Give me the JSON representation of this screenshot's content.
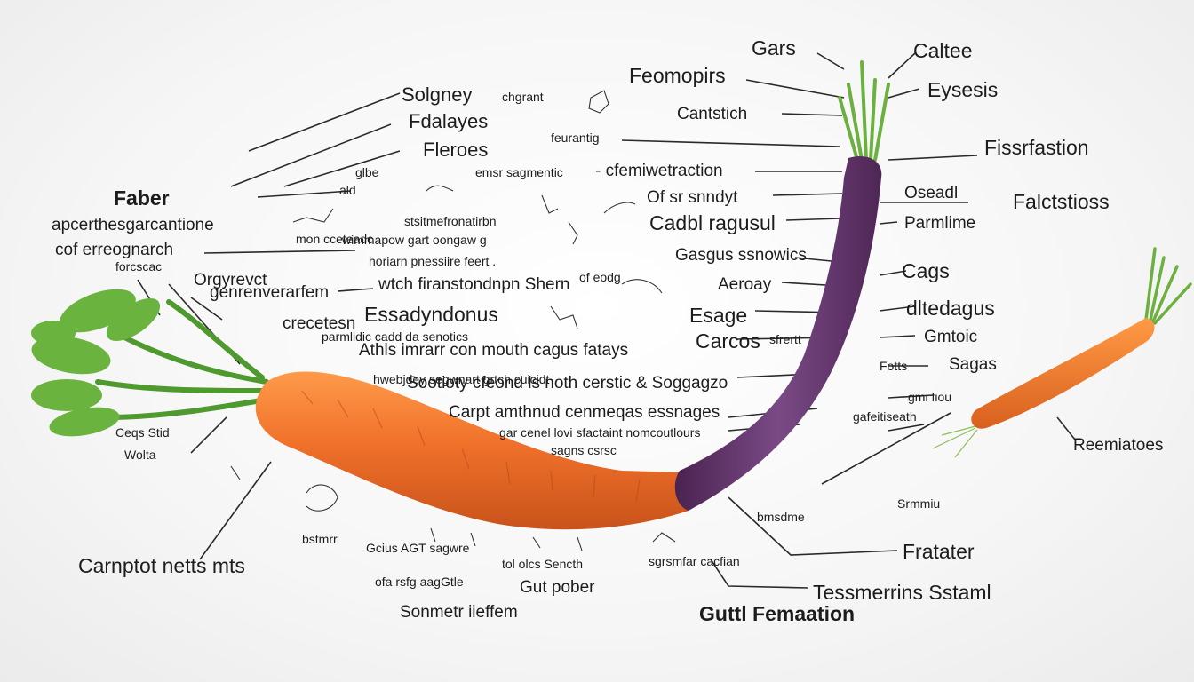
{
  "colors": {
    "carrot_orange": "#f07a2e",
    "carrot_purple": "#6b3a7a",
    "leaf_green": "#5fa83a",
    "line": "#2a2a2a"
  },
  "labels": {
    "gars": "Gars",
    "caltee": "Caltee",
    "feomopirs": "Feomopirs",
    "eysesis": "Eysesis",
    "solgney": "Solgney",
    "chgrant": "chgrant",
    "fdalayes": "Fdalayes",
    "cantstich": "Cantstich",
    "fleroes": "Fleroes",
    "feurantig": "feurantig",
    "fissrfastion": "Fissrfastion",
    "glbe": "glbe",
    "emsr_saronic": "emsr sagmentic",
    "cfemiwetraction": "- cfemiwetraction",
    "faber": "Faber",
    "ald": "ald",
    "of_snndyt": "Of sr snndyt",
    "oseadl": "Oseadl",
    "falctstioss": "Falctstioss",
    "apcerthe": "apcerthesgarcantione",
    "stsitmefronatirbn": "stsitmefronatirbn",
    "cadbl_ragusul": "Cadbl ragusul",
    "parmlime": "Parmlime",
    "cof_erreogmart": "cof erreognarch",
    "mon_ccetasdc": "mon cceteadc",
    "wimnimoen": "wimmapow gart oongaw g",
    "gasgus_ssnowics": "Gasgus ssnowics",
    "forscosac": "forcscac",
    "horiarn_pnesiire": "horiarn pnessiire feert .",
    "cags": "Cags",
    "orgyrevct": "Orgyrevct",
    "aeroay": "Aeroay",
    "genrenverarfem": "genrenverarfem",
    "wtch_firanstondnpn": "wtch firanstondnpn Shern",
    "of_eodg": "of eodg",
    "dltedagus": "dltedagus",
    "crecetesn": "crecetesn",
    "essadyndonus": "Essadyndonus",
    "esage": "Esage",
    "gmtoic": "Gmtoic",
    "parmlidic": "parmlidic cadd da senotics",
    "carcos": "Carcos",
    "carcos_sfrertt": "sfrertt",
    "fotts": "Fotts",
    "sagas": "Sagas",
    "athls_imrarr": "Athls imrarr con mouth cagus fatays",
    "hwebjdey": "hwebjdey segwnart grtch cuicidt",
    "sootioty": "Sootioty cfeond ls noth cerstic & Soggagzo",
    "gmi_fiou": "gmi fiou",
    "carpt_ambrumd": "Carpt amthnud cenmeqas essnages",
    "gafeitiseath": "gafeitiseath",
    "gar_cenel": "gar cenel lovi sfactaint nomcoutlours",
    "sagrs_csrsc": "sagns csrsc",
    "reemiatoes": "Reemiatoes",
    "ceqs": "Ceqs Stid",
    "srnmiu": "Srmmiu",
    "carpt_netts": "Carnptot netts mts",
    "bstmrn": "bstmrr",
    "gcius": "Gcius AGT sagwre",
    "ofa_rsfg": "ofa rsfg aagGtle",
    "tol_olcs": "tol olcs Sencth",
    "gut_pober": "Gut pober",
    "snrsmfar": "sgrsmfar cacfian",
    "bmsdme": "bmsdme",
    "fratater": "Fratater",
    "tessmerrins": "Tessmerrins Sstaml",
    "sonmetr": "Sonmetr iieffem",
    "gutt_femation": "Guttl Femaation",
    "wolta": "Wolta"
  }
}
